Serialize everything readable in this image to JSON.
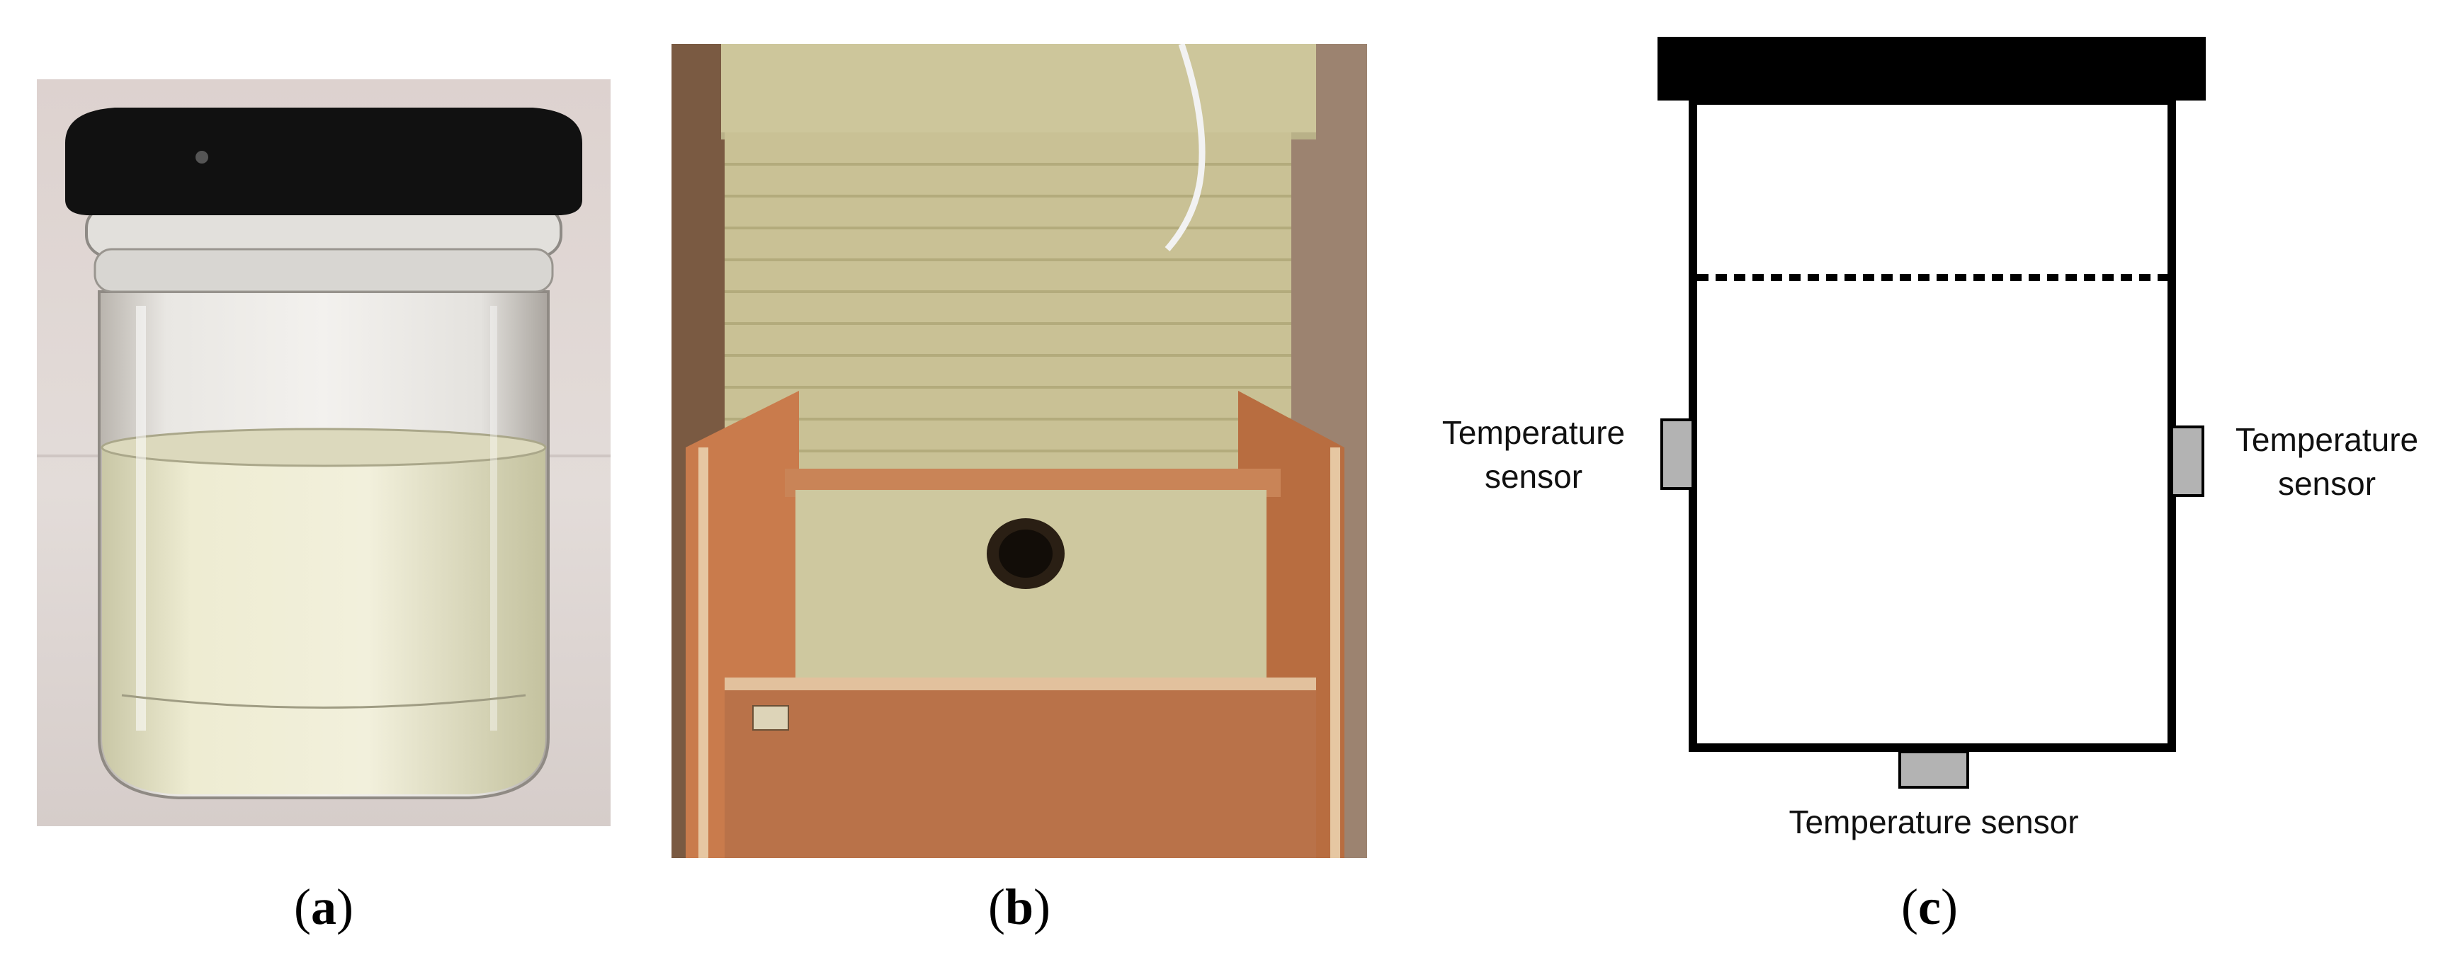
{
  "panels": [
    {
      "id": "a",
      "caption_open": "(",
      "caption_letter": "a",
      "caption_close": ")"
    },
    {
      "id": "b",
      "caption_open": "(",
      "caption_letter": "b",
      "caption_close": ")"
    },
    {
      "id": "c",
      "caption_open": "(",
      "caption_letter": "c",
      "caption_close": ")"
    }
  ],
  "diagram": {
    "sensor_left": [
      "Temperature",
      "sensor"
    ],
    "sensor_right": [
      "Temperature",
      "sensor"
    ],
    "sensor_bottom": "Temperature sensor"
  },
  "colors": {
    "lid": "#000000",
    "sensor_fill": "#b3b3b3",
    "wall_bg": "#d9cfcb",
    "liquid": "#e9e6c9",
    "wood": "#c8794b",
    "wool": "#cfc79a"
  }
}
